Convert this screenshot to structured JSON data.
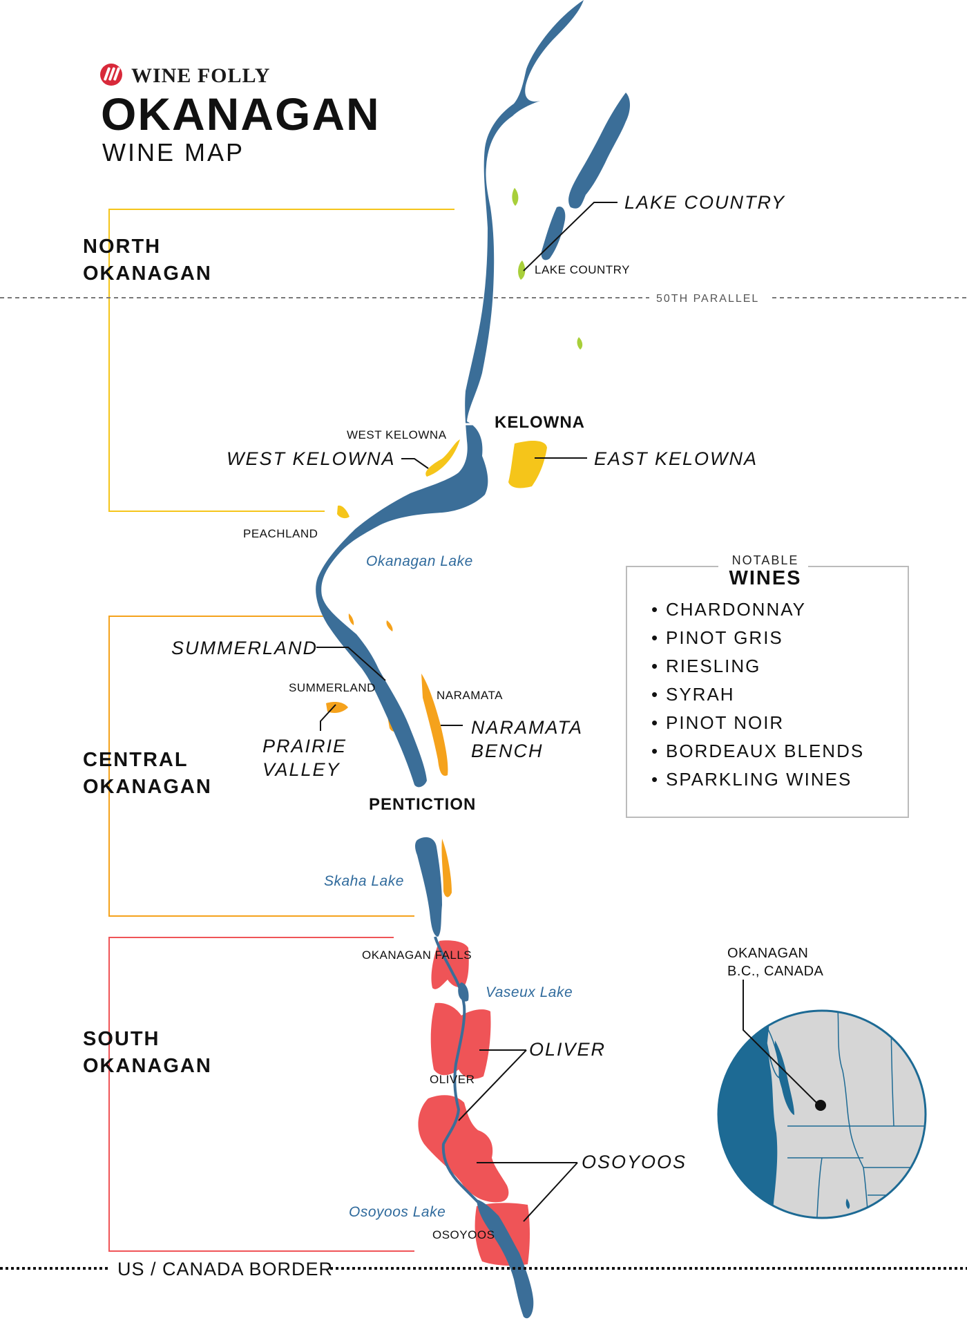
{
  "brand": {
    "name": "WINE FOLLY"
  },
  "title": {
    "main": "OKANAGAN",
    "sub": "WINE MAP"
  },
  "regions": {
    "north": {
      "line1": "NORTH",
      "line2": "OKANAGAN"
    },
    "central": {
      "line1": "CENTRAL",
      "line2": "OKANAGAN"
    },
    "south": {
      "line1": "SOUTH",
      "line2": "OKANAGAN"
    }
  },
  "parallel_label": "50TH PARALLEL",
  "border_label": "US / CANADA BORDER",
  "sub_regions": {
    "lake_country": "LAKE COUNTRY",
    "west_kelowna": "WEST KELOWNA",
    "east_kelowna": "EAST KELOWNA",
    "summerland": "SUMMERLAND",
    "prairie_valley_1": "PRAIRIE",
    "prairie_valley_2": "VALLEY",
    "naramata_1": "NARAMATA",
    "naramata_2": "BENCH",
    "oliver": "OLIVER",
    "osoyoos": "OSOYOOS"
  },
  "towns": {
    "lake_country": "LAKE COUNTRY",
    "kelowna": "KELOWNA",
    "west_kelowna": "WEST KELOWNA",
    "peachland": "PEACHLAND",
    "summerland": "SUMMERLAND",
    "naramata": "NARAMATA",
    "penticton": "PENTICTION",
    "okanagan_falls": "OKANAGAN FALLS",
    "oliver": "OLIVER",
    "osoyoos": "OSOYOOS"
  },
  "lakes": {
    "okanagan": "Okanagan Lake",
    "skaha": "Skaha Lake",
    "vaseux": "Vaseux Lake",
    "osoyoos": "Osoyoos Lake"
  },
  "legend": {
    "small": "NOTABLE",
    "large": "WINES",
    "items": [
      "CHARDONNAY",
      "PINOT GRIS",
      "RIESLING",
      "SYRAH",
      "PINOT NOIR",
      "BORDEAUX BLENDS",
      "SPARKLING WINES"
    ]
  },
  "locator": {
    "line1": "OKANAGAN",
    "line2": "B.C., CANADA"
  },
  "colors": {
    "water": "#3b6e98",
    "north": "#f5c51a",
    "central": "#f5a21c",
    "south": "#ef5457",
    "lake_country": "#a8cf3a",
    "pacific": "#1d6a94",
    "land": "#d6d6d6"
  }
}
